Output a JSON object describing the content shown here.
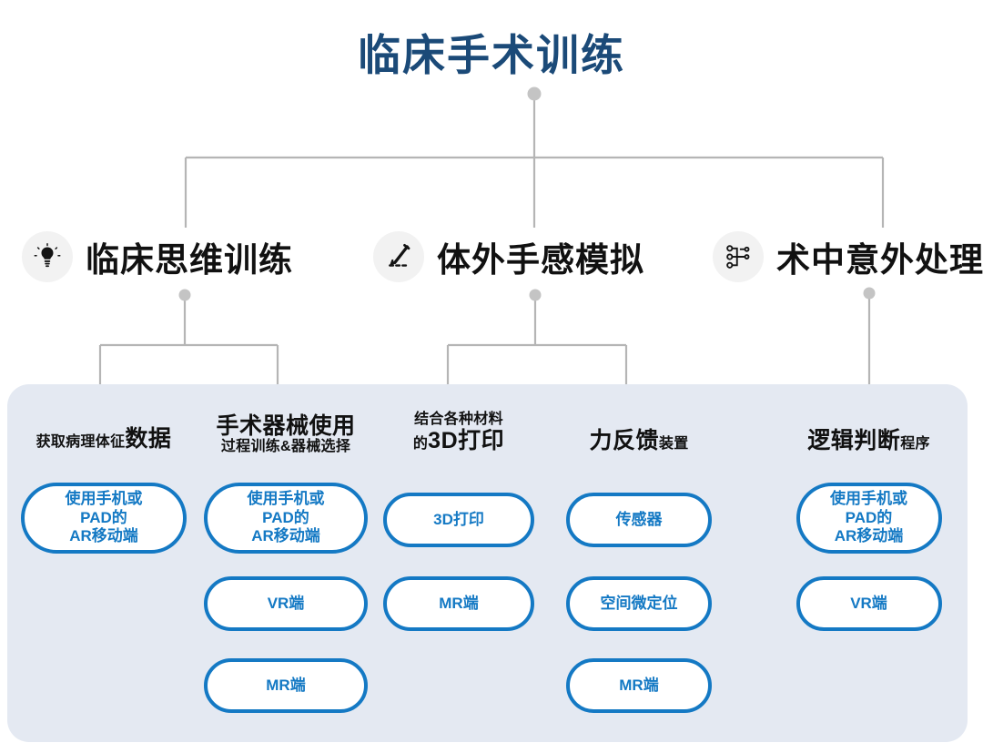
{
  "title": "临床手术训练",
  "colors": {
    "title": "#1b4a78",
    "pill_border": "#1479c4",
    "pill_text": "#1479c4",
    "panel_bg": "#e4e9f2",
    "connector": "#b5b5b5",
    "icon_bubble": "#f2f2f2",
    "node_text": "#111111"
  },
  "nodes": [
    {
      "icon": "lightbulb-icon",
      "label": "临床思维训练"
    },
    {
      "icon": "pen-nib-icon",
      "label": "体外手感模拟"
    },
    {
      "icon": "flow-branch-icon",
      "label": "术中意外处理"
    }
  ],
  "columns": [
    {
      "heading": [
        {
          "text": "获取病理体征",
          "size": "small"
        },
        {
          "text": "数据",
          "size": "big"
        }
      ],
      "heading_layout": "inline",
      "items": [
        {
          "label": "使用手机或\nPAD的\nAR移动端",
          "lines": 3
        }
      ]
    },
    {
      "heading": [
        {
          "text": "手术器械使用",
          "size": "big"
        },
        {
          "text": "过程训练&器械选择",
          "size": "small"
        }
      ],
      "heading_layout": "stacked",
      "items": [
        {
          "label": "使用手机或\nPAD的\nAR移动端",
          "lines": 3
        },
        {
          "label": "VR端",
          "lines": 1
        },
        {
          "label": "MR端",
          "lines": 1
        }
      ]
    },
    {
      "heading": [
        {
          "text": "结合各种材料",
          "size": "small"
        },
        {
          "text": "的",
          "size": "small"
        },
        {
          "text": "3D打印",
          "size": "big"
        }
      ],
      "heading_layout": "stacked-mixed",
      "items": [
        {
          "label": "3D打印",
          "lines": 1
        },
        {
          "label": "MR端",
          "lines": 1
        }
      ]
    },
    {
      "heading": [
        {
          "text": "力反馈",
          "size": "big"
        },
        {
          "text": "装置",
          "size": "small"
        }
      ],
      "heading_layout": "inline",
      "items": [
        {
          "label": "传感器",
          "lines": 1
        },
        {
          "label": "空间微定位",
          "lines": 1
        },
        {
          "label": "MR端",
          "lines": 1
        }
      ]
    },
    {
      "heading": [
        {
          "text": "逻辑判断",
          "size": "big"
        },
        {
          "text": "程序",
          "size": "small"
        }
      ],
      "heading_layout": "inline",
      "items": [
        {
          "label": "使用手机或\nPAD的\nAR移动端",
          "lines": 3
        },
        {
          "label": "VR端",
          "lines": 1
        }
      ]
    }
  ]
}
